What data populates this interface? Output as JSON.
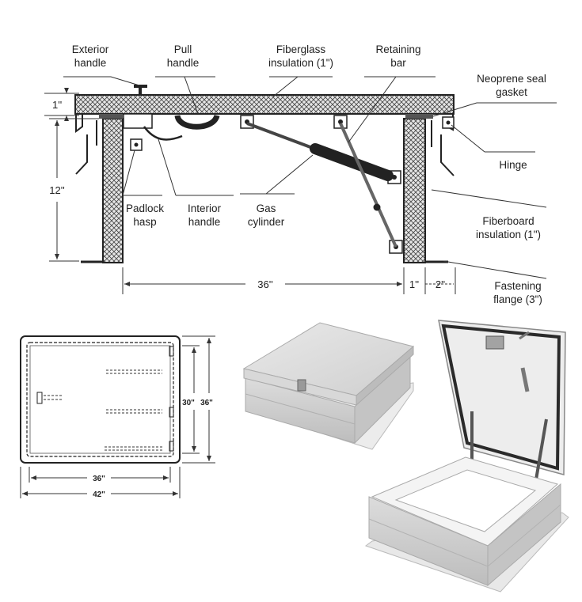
{
  "section_labels": {
    "exterior_handle": [
      "Exterior",
      "handle"
    ],
    "pull_handle": [
      "Pull",
      "handle"
    ],
    "fiberglass_insulation": [
      "Fiberglass",
      "insulation (1\")"
    ],
    "retaining_bar": [
      "Retaining",
      "bar"
    ],
    "neoprene_seal": [
      "Neoprene seal",
      "gasket"
    ],
    "hinge": [
      "Hinge"
    ],
    "fiberboard_insulation": [
      "Fiberboard",
      "insulation (1\")"
    ],
    "fastening_flange": [
      "Fastening",
      "flange (3\")"
    ],
    "padlock_hasp": [
      "Padlock",
      "hasp"
    ],
    "interior_handle": [
      "Interior",
      "handle"
    ],
    "gas_cylinder": [
      "Gas",
      "cylinder"
    ]
  },
  "section_dimensions": {
    "lid_thickness": "1''",
    "curb_height": "12''",
    "opening_width": "36''",
    "wall_thickness": "1''",
    "flange_offset": "2''"
  },
  "plan_dimensions": {
    "inner_width": "36\"",
    "outer_width": "42\"",
    "inner_height": "30\"",
    "outer_height": "36\""
  },
  "colors": {
    "line": "#2b2b2b",
    "insulation": "#cfcfcf",
    "steel": "#d4d4d4",
    "steel_dark": "#a9a9a9"
  }
}
